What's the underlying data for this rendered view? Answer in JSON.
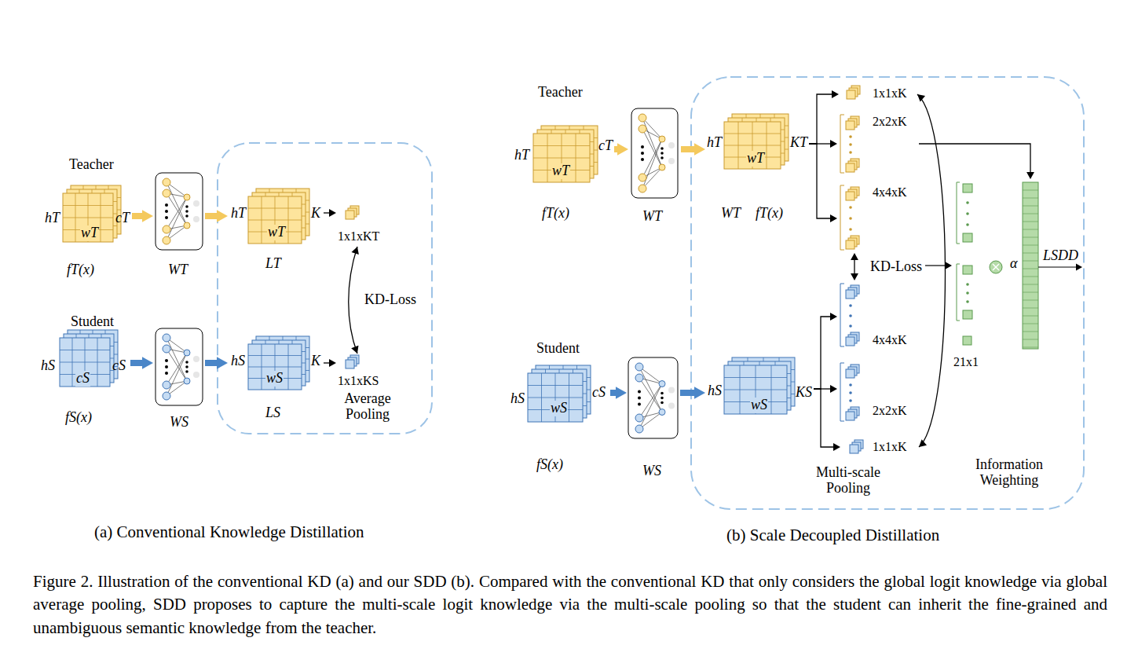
{
  "diagram": {
    "caption": "Figure 2. Illustration of the conventional KD (a) and our SDD (b). Compared with the conventional KD that only considers the global logit knowledge via global average pooling, SDD proposes to capture the multi-scale logit knowledge via the multi-scale pooling so that the student can inherit the fine-grained and unambiguous semantic knowledge from the teacher.",
    "nodes": [
      {
        "text": [
          "Teacher",
          "hT",
          "cT",
          "wT",
          "fT(x)"
        ]
      },
      {
        "text": [
          "WT"
        ]
      },
      {
        "text": [
          "hT",
          "K",
          "wT",
          "LT"
        ]
      },
      {
        "text": [
          "1x1xKT"
        ]
      },
      {
        "text": [
          "Student",
          "hS",
          "cS",
          "cS",
          "fS(x)"
        ]
      },
      {
        "text": [
          "WS"
        ]
      },
      {
        "text": [
          "hS",
          "K",
          "wS",
          "LS"
        ]
      },
      {
        "text": [
          "1x1xKS",
          "Average Pooling"
        ]
      },
      {
        "text": [
          "Teacher",
          "hT",
          "cT",
          "wT",
          "fT(x)"
        ]
      },
      {
        "text": [
          "WT"
        ]
      },
      {
        "text": [
          "hT",
          "KT",
          "wT",
          "WT",
          "fT(x)"
        ]
      },
      {
        "text": [
          "1x1xK"
        ]
      },
      {
        "text": [
          "2x2xK"
        ]
      },
      {
        "text": [
          "4x4xK"
        ]
      },
      {
        "text": [
          "Student",
          "hS",
          "cS",
          "wS",
          "fS(x)"
        ]
      },
      {
        "text": [
          "WS"
        ]
      },
      {
        "text": [
          "hS",
          "KS",
          "wS"
        ]
      },
      {
        "text": [
          "4x4xK"
        ]
      },
      {
        "text": [
          "2x2xK"
        ]
      },
      {
        "text": [
          "1x1xK"
        ]
      },
      {
        "text": [
          "21x1"
        ]
      },
      {
        "text": [
          "Information Weighting"
        ]
      }
    ],
    "edges": [
      {
        "from": 0,
        "to": 1,
        "arrow": "to"
      },
      {
        "from": 1,
        "to": 2,
        "arrow": "to"
      },
      {
        "from": 2,
        "to": 3,
        "arrow": "to"
      },
      {
        "from": 4,
        "to": 5,
        "arrow": "to"
      },
      {
        "from": 5,
        "to": 6,
        "arrow": "to"
      },
      {
        "from": 6,
        "to": 7,
        "arrow": "to"
      },
      {
        "from": 3,
        "to": 7,
        "label": "KD-Loss",
        "arrow": "both"
      },
      {
        "from": 8,
        "to": 9,
        "arrow": "to"
      },
      {
        "from": 9,
        "to": 10,
        "arrow": "to"
      },
      {
        "from": 10,
        "to": 11,
        "arrow": "to"
      },
      {
        "from": 10,
        "to": 12,
        "arrow": "to"
      },
      {
        "from": 10,
        "to": 13,
        "arrow": "to"
      },
      {
        "from": 12,
        "to": 21,
        "arrow": "to"
      },
      {
        "from": 11,
        "to": 19,
        "arrow": "both"
      },
      {
        "from": 13,
        "to": 17,
        "label": "KD-Loss",
        "arrow": "both"
      },
      {
        "from": 14,
        "to": 15,
        "arrow": "to"
      },
      {
        "from": 15,
        "to": 16,
        "arrow": "to"
      },
      {
        "from": 16,
        "to": 17,
        "arrow": "to"
      },
      {
        "from": 16,
        "to": 18,
        "arrow": "to"
      },
      {
        "from": 16,
        "to": 19,
        "arrow": "to"
      }
    ],
    "labels": [
      "(a) Conventional Knowledge Distillation",
      "(b) Scale Decoupled Distillation",
      "Multi-scale Pooling",
      "α",
      "LSDD"
    ]
  }
}
